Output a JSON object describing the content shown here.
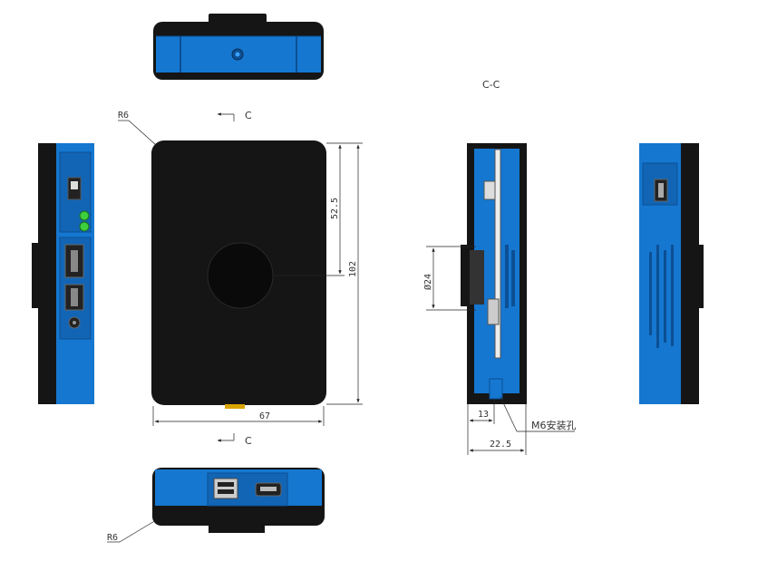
{
  "labels": {
    "section_title": "C-C",
    "section_marker_top": "C",
    "section_marker_bottom": "C",
    "radius_top": "R6",
    "radius_bottom": "R6",
    "dim_half_height": "52.5",
    "dim_height": "102",
    "dim_width": "67",
    "dim_diameter": "Ø24",
    "dim_offset": "13",
    "dim_depth": "22.5",
    "mount_hole": "M6安装孔"
  },
  "colors": {
    "body_blue": "#1577d0",
    "body_blue_dark": "#0c4f94",
    "housing_black": "#151515",
    "led_green": "#3ecf3e",
    "line": "#222222"
  },
  "icons": [
    "usb-port-icon",
    "hdmi-port-icon",
    "power-jack-icon",
    "switch-icon",
    "led-icon",
    "cable-gland-icon"
  ]
}
